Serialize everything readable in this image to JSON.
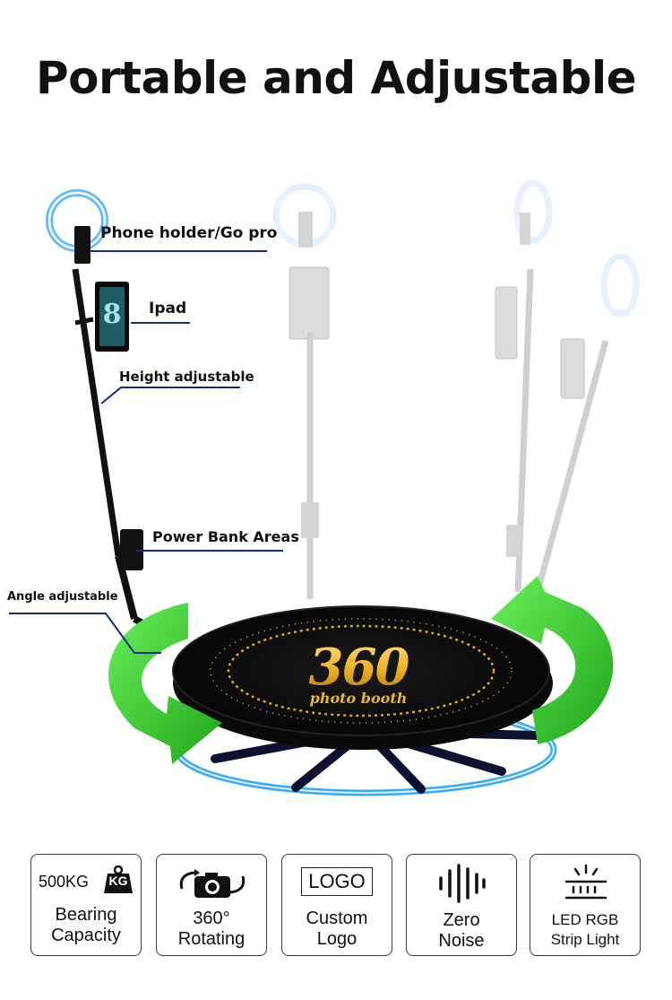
{
  "title": "Portable and Adjustable",
  "callouts": {
    "phone_holder": "Phone holder/Go pro",
    "ipad": "Ipad",
    "height": "Height adjustable",
    "power_bank": "Power Bank Areas",
    "angle": "Angle adjustable"
  },
  "platform": {
    "logo_number": "360",
    "logo_text": "photo booth"
  },
  "features": [
    {
      "top": "500KG",
      "badge": "KG",
      "label_line1": "Bearing",
      "label_line2": "Capacity",
      "icon": "weight-icon"
    },
    {
      "label_line1": "360°",
      "label_line2": "Rotating",
      "icon": "camera-rotate-icon"
    },
    {
      "logo_box": "LOGO",
      "label_line1": "Custom",
      "label_line2": "Logo"
    },
    {
      "label_line1": "Zero",
      "label_line2": "Noise",
      "icon": "sound-wave-icon"
    },
    {
      "label_line1": "LED RGB",
      "label_line2": "Strip Light",
      "icon": "led-light-icon"
    }
  ],
  "colors": {
    "accent_blue": "#1a2a8c",
    "arrow_green": "#3ccf2a",
    "gold": "#f0b428",
    "ring_blue": "#39a9ff"
  }
}
